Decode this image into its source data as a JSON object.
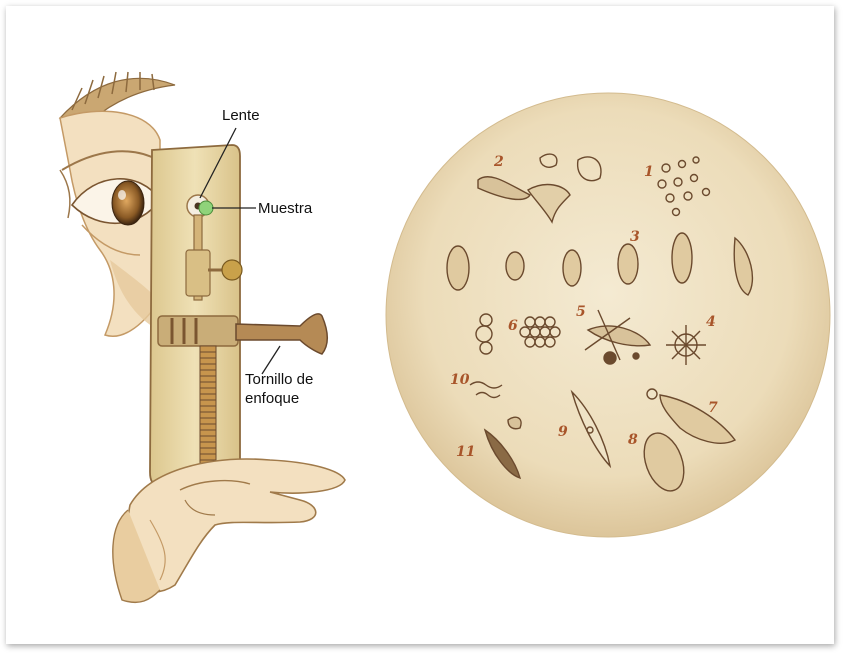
{
  "labels": {
    "lens": "Lente",
    "sample": "Muestra",
    "focus_line1": "Tornillo de",
    "focus_line2": "enfoque"
  },
  "specimen_numbers": [
    "2",
    "1",
    "3",
    "6",
    "5",
    "4",
    "10",
    "7",
    "9",
    "8",
    "11"
  ],
  "colors": {
    "skin": "#f2dcb8",
    "skin_dark": "#c9a06c",
    "plate": "#ead9a8",
    "disc": "#efe3c6",
    "ink": "#6b4a2e",
    "number": "#a8552a"
  }
}
